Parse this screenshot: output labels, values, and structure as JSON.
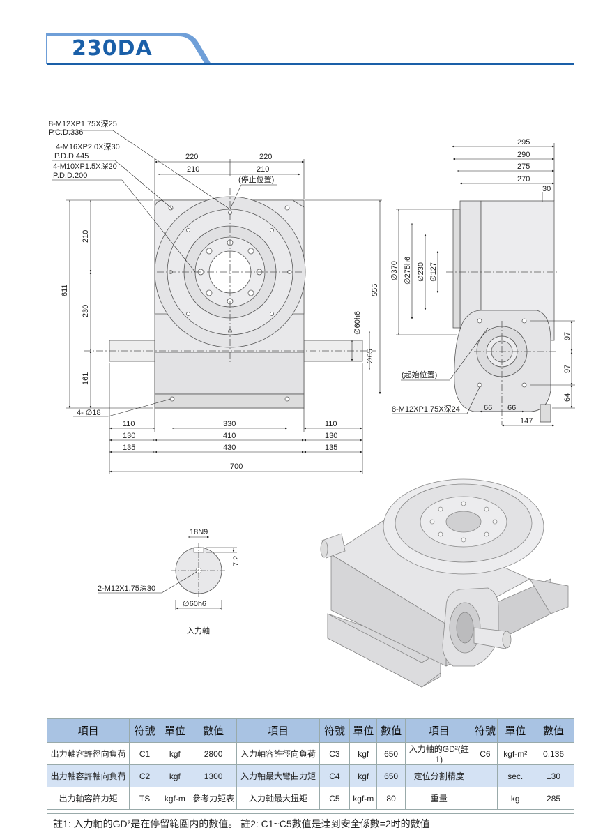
{
  "header": {
    "title": "230DA",
    "accent_color": "#1a5fa8",
    "tab_color": "#6f9fd8"
  },
  "front_view": {
    "callouts": [
      "8-M12XP1.75X深25",
      "P.C.D.336",
      "4-M16XP2.0X深30",
      "P.D.D.445",
      "4-M10XP1.5X深20",
      "P.D.D.200"
    ],
    "stop_position": "(停止位置)",
    "dims_top": [
      "220",
      "220",
      "210",
      "210"
    ],
    "dims_left": [
      "611",
      "210",
      "230",
      "161"
    ],
    "dims_right": [
      "555",
      "∅60h6",
      "∅65"
    ],
    "holes_label": "4- ∅18",
    "dims_bottom": [
      "110",
      "330",
      "110",
      "130",
      "410",
      "130",
      "135",
      "430",
      "135",
      "700"
    ]
  },
  "side_view": {
    "dims_top": [
      "295",
      "290",
      "275",
      "270",
      "30"
    ],
    "dims_left": [
      "∅370",
      "∅275h6",
      "∅230",
      "∅127"
    ],
    "dims_right": [
      "97",
      "97",
      "64"
    ],
    "start_position": "(起始位置)",
    "callout": "8-M12XP1.75X深24",
    "dims_bottom": [
      "66",
      "66",
      "147"
    ]
  },
  "shaft_detail": {
    "key": "18N9",
    "depth": "7.2",
    "thread": "2-M12X1.75深30",
    "diameter": "∅60h6",
    "caption": "入力軸"
  },
  "spec_table": {
    "headers": [
      "項目",
      "符號",
      "單位",
      "數值",
      "項目",
      "符號",
      "單位",
      "數值",
      "項目",
      "符號",
      "單位",
      "數值"
    ],
    "rows": [
      [
        "出力軸容許徑向負荷",
        "C1",
        "kgf",
        "2800",
        "入力軸容許徑向負荷",
        "C3",
        "kgf",
        "650",
        "入力軸的GD²(註1)",
        "C6",
        "kgf-m²",
        "0.136"
      ],
      [
        "出力軸容許軸向負荷",
        "C2",
        "kgf",
        "1300",
        "入力軸最大彎曲力矩",
        "C4",
        "kgf",
        "650",
        "定位分割精度",
        "",
        "sec.",
        "±30"
      ],
      [
        "出力軸容許力矩",
        "TS",
        "kgf-m",
        "參考力矩表",
        "入力軸最大扭矩",
        "C5",
        "kgf-m",
        "80",
        "重量",
        "",
        "kg",
        "285"
      ]
    ],
    "note": "註1: 入力軸的GD²是在停留範圍内的數值。 註2: C1~C5數值是達到安全係數=2时的數值"
  }
}
